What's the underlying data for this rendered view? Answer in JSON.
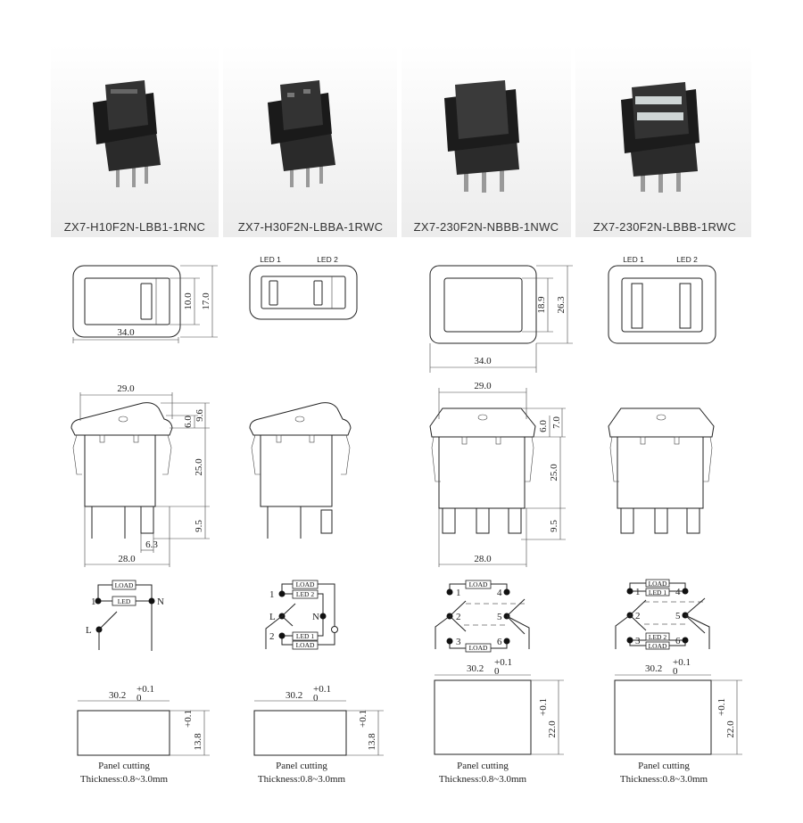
{
  "products": [
    {
      "model": "ZX7-H10F2N-LBB1-1RNC"
    },
    {
      "model": "ZX7-H30F2N-LBBA-1RWC"
    },
    {
      "model": "ZX7-230F2N-NBBB-1NWC"
    },
    {
      "model": "ZX7-230F2N-LBBB-1RWC"
    }
  ],
  "top_view": {
    "led1": "LED 1",
    "led2": "LED 2",
    "small": {
      "width": "34.0",
      "inner_height": "10.0",
      "height": "17.0"
    },
    "large": {
      "width": "34.0",
      "inner_height": "18.9",
      "height": "26.3"
    }
  },
  "side_view": {
    "small": {
      "width_top": "29.0",
      "rocker_h": "6.0",
      "total_top": "9.6",
      "body_h": "25.0",
      "pin_h": "9.5",
      "terminal_w": "6.3",
      "width_bottom": "28.0"
    },
    "large": {
      "width_top": "29.0",
      "rocker_h": "6.0",
      "total_top": "7.0",
      "body_h": "25.0",
      "pin_h": "9.5",
      "width_bottom": "28.0"
    }
  },
  "circuits": {
    "c1": {
      "load": "LOAD",
      "led": "LED",
      "t1": "1",
      "tN": "N",
      "tL": "L"
    },
    "c2": {
      "load": "LOAD",
      "led2": "LED 2",
      "led1": "LED 1",
      "t1": "1",
      "t2": "2",
      "tL": "L",
      "tN": "N"
    },
    "c3": {
      "load": "LOAD",
      "t1": "1",
      "t2": "2",
      "t3": "3",
      "t4": "4",
      "t5": "5",
      "t6": "6"
    },
    "c4": {
      "load": "LOAD",
      "led1": "LED 1",
      "led2": "LED 2",
      "t1": "1",
      "t2": "2",
      "t3": "3",
      "t4": "4",
      "t5": "5",
      "t6": "6"
    }
  },
  "panel_cutting": {
    "small": {
      "width": "30.2",
      "height": "13.8",
      "tol_plus": "+0.1",
      "tol_zero": "0"
    },
    "large": {
      "width": "30.2",
      "height": "22.0",
      "tol_plus": "+0.1",
      "tol_zero": "0"
    },
    "caption": "Panel cutting",
    "thickness": "Thickness:0.8~3.0mm"
  }
}
